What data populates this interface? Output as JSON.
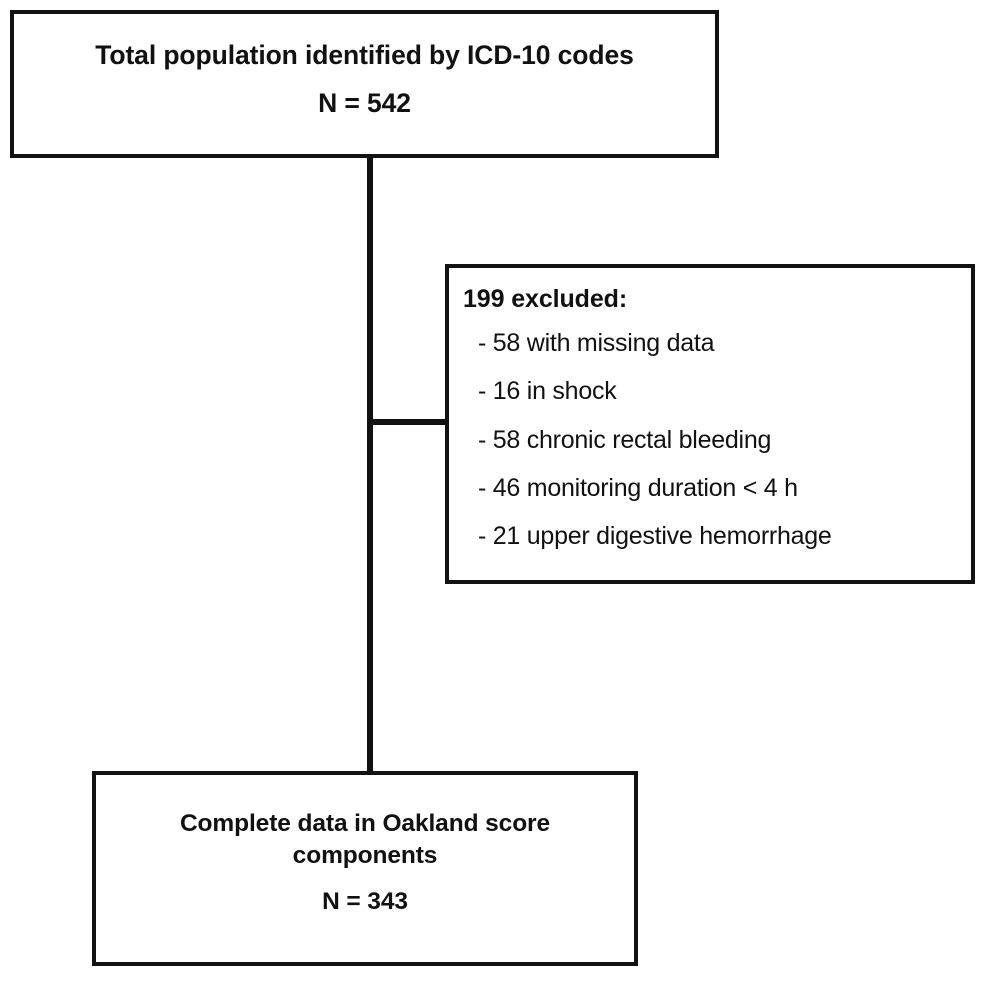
{
  "diagram": {
    "type": "study-flow-diagram",
    "background_color": "#ffffff",
    "line_color": "#121212",
    "text_color": "#111111"
  },
  "nodes": {
    "top": {
      "title": "Total population identified by ICD-10 codes",
      "count": "N = 542"
    },
    "excluded": {
      "heading": "199 excluded:",
      "items": [
        "- 58 with missing data",
        "- 16 in shock",
        "- 58 chronic rectal bleeding",
        "- 46 monitoring duration < 4 h",
        "- 21 upper digestive hemorrhage"
      ]
    },
    "bottom": {
      "title_line1": "Complete data in Oakland score",
      "title_line2": "components",
      "count": "N = 343"
    }
  },
  "chart_data": {
    "type": "flowchart",
    "title": "Total population identified by ICD-10 codes",
    "stages": [
      {
        "label": "Total population identified by ICD-10 codes",
        "n": 542
      },
      {
        "label": "Complete data in Oakland score components",
        "n": 343
      }
    ],
    "exclusions": {
      "total": 199,
      "reasons": [
        {
          "label": "with missing data",
          "n": 58
        },
        {
          "label": "in shock",
          "n": 16
        },
        {
          "label": "chronic rectal bleeding",
          "n": 58
        },
        {
          "label": "monitoring duration < 4 h",
          "n": 46
        },
        {
          "label": "upper digestive hemorrhage",
          "n": 21
        }
      ]
    },
    "edges": [
      {
        "from": "top",
        "to": "bottom",
        "kind": "vertical"
      },
      {
        "from": "top-bottom-connector",
        "to": "excluded",
        "kind": "branch-right"
      }
    ]
  }
}
